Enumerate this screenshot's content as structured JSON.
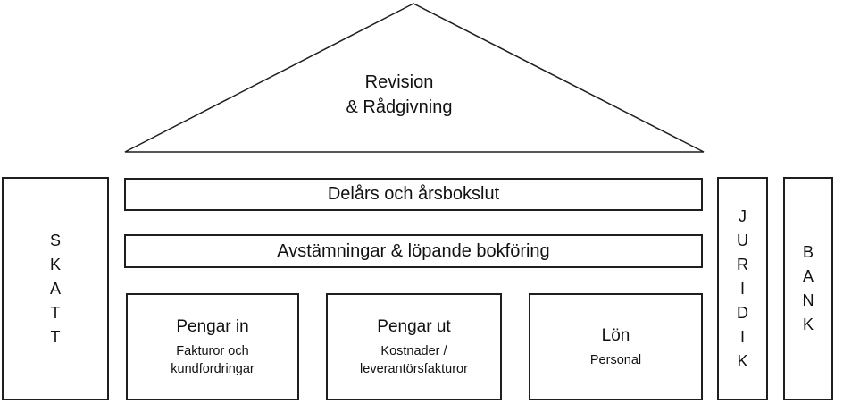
{
  "roof": {
    "title_line1": "Revision",
    "title_line2": "& Rådgivning"
  },
  "pillars": {
    "skatt": {
      "label": "SKATT",
      "letters": [
        "S",
        "K",
        "A",
        "T",
        "T"
      ]
    },
    "juridik": {
      "label": "JURIDIK",
      "letters": [
        "J",
        "U",
        "R",
        "I",
        "D",
        "I",
        "K"
      ]
    },
    "bank": {
      "label": "BANK",
      "letters": [
        "B",
        "A",
        "N",
        "K"
      ]
    }
  },
  "bars": [
    {
      "label": "Delårs och årsbokslut"
    },
    {
      "label": "Avstämningar & löpande bokföring"
    }
  ],
  "boxes": [
    {
      "title": "Pengar in",
      "subtitle": "Fakturor och kundfordringar"
    },
    {
      "title": "Pengar ut",
      "subtitle": "Kostnader / leverantörsfakturor"
    },
    {
      "title": "Lön",
      "subtitle": "Personal"
    }
  ],
  "colors": {
    "line": "#1f1f1f",
    "text": "#111111",
    "background": "#ffffff"
  }
}
